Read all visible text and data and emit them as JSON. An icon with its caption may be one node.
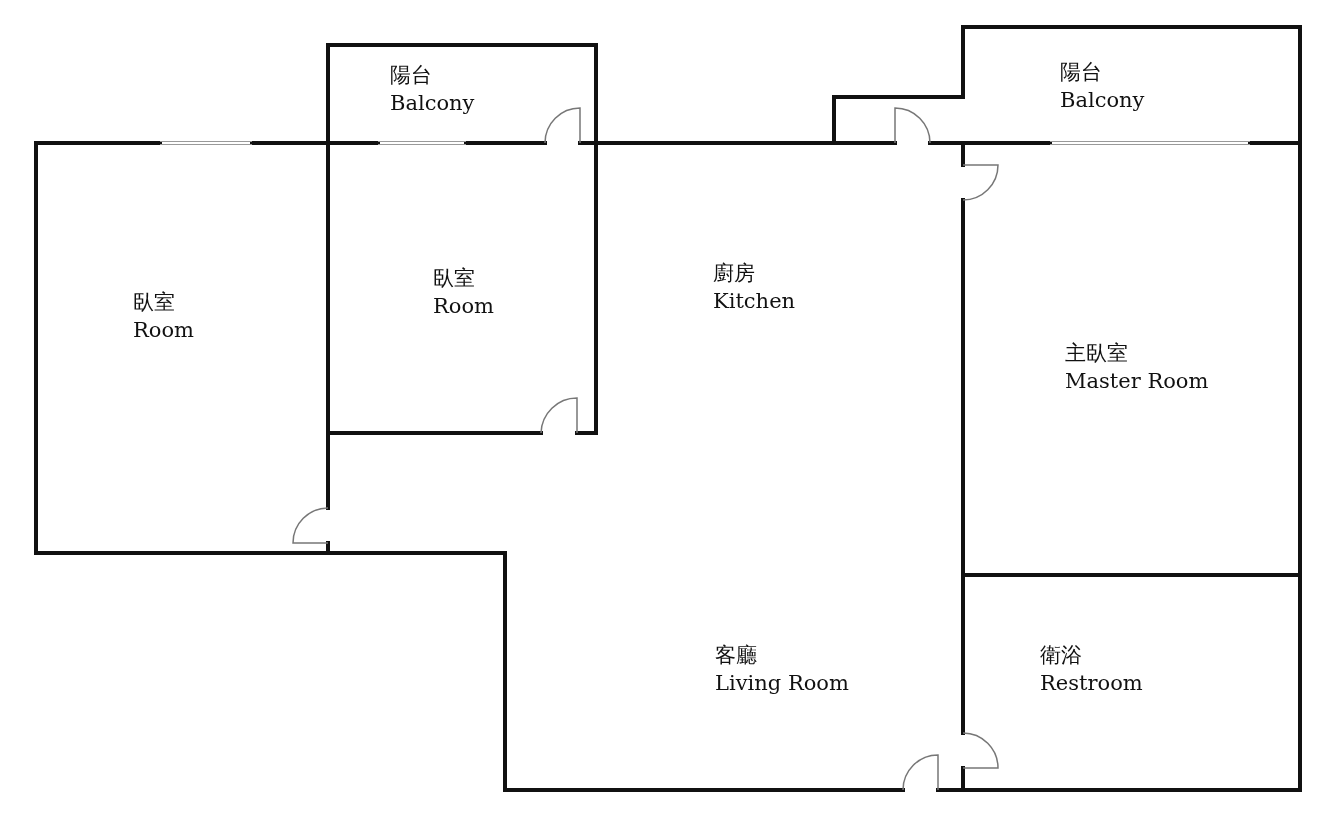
{
  "diagram": {
    "nodes": [
      {
        "text": [
          "陽台",
          "Balcony"
        ]
      },
      {
        "text": [
          "陽台",
          "Balcony"
        ]
      },
      {
        "text": [
          "臥室",
          "Room"
        ]
      },
      {
        "text": [
          "臥室",
          "Room"
        ]
      },
      {
        "text": [
          "廚房",
          "Kitchen",
          "客廳",
          "Living Room"
        ]
      },
      {
        "text": [
          "主臥室",
          "Master Room"
        ]
      },
      {
        "text": [
          "衛浴",
          "Restroom"
        ]
      }
    ],
    "edges": []
  }
}
